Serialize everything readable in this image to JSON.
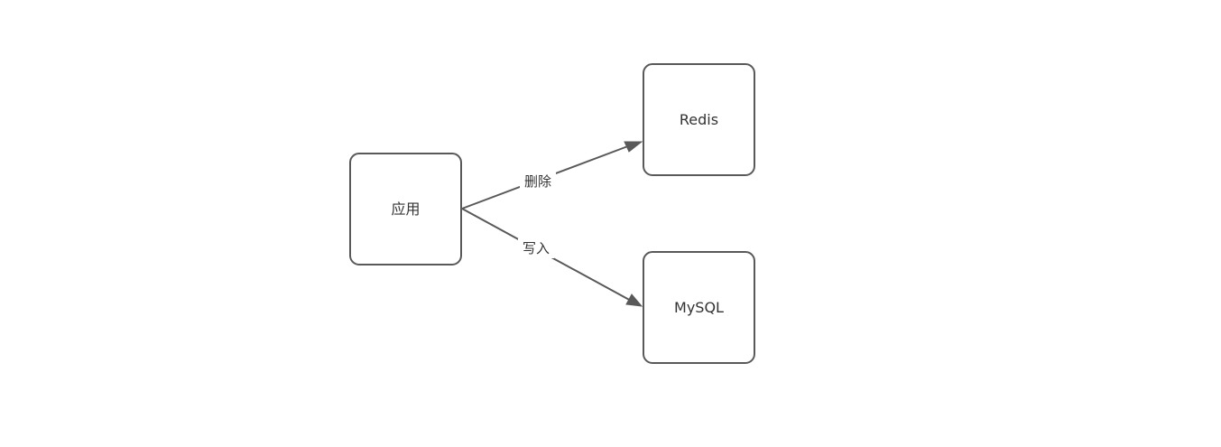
{
  "nodes": {
    "app": {
      "label": "应用"
    },
    "redis": {
      "label": "Redis"
    },
    "mysql": {
      "label": "MySQL"
    }
  },
  "edges": {
    "delete": {
      "label": "删除"
    },
    "write": {
      "label": "写入"
    }
  },
  "colors": {
    "stroke": "#595959",
    "text": "#333333",
    "background": "#ffffff"
  }
}
